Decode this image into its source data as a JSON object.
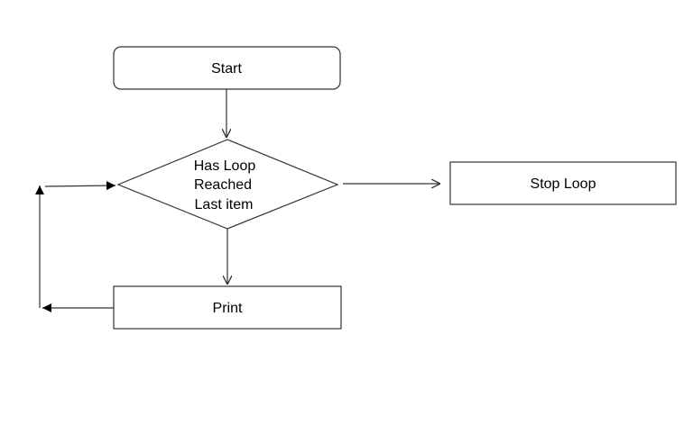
{
  "diagram": {
    "type": "flowchart",
    "nodes": {
      "start": {
        "label": "Start",
        "shape": "rounded-rectangle"
      },
      "decision": {
        "lines": [
          "Has Loop",
          "Reached",
          "Last item"
        ],
        "shape": "diamond"
      },
      "print": {
        "label": "Print",
        "shape": "rectangle"
      },
      "stop": {
        "label": "Stop Loop",
        "shape": "rectangle"
      }
    },
    "edges": [
      {
        "from": "start",
        "to": "decision"
      },
      {
        "from": "decision",
        "to": "stop"
      },
      {
        "from": "decision",
        "to": "print"
      },
      {
        "from": "print",
        "to": "decision"
      }
    ],
    "colors": {
      "stroke": "#333333",
      "fill": "#ffffff",
      "text": "#000000",
      "background": "#ffffff"
    }
  }
}
